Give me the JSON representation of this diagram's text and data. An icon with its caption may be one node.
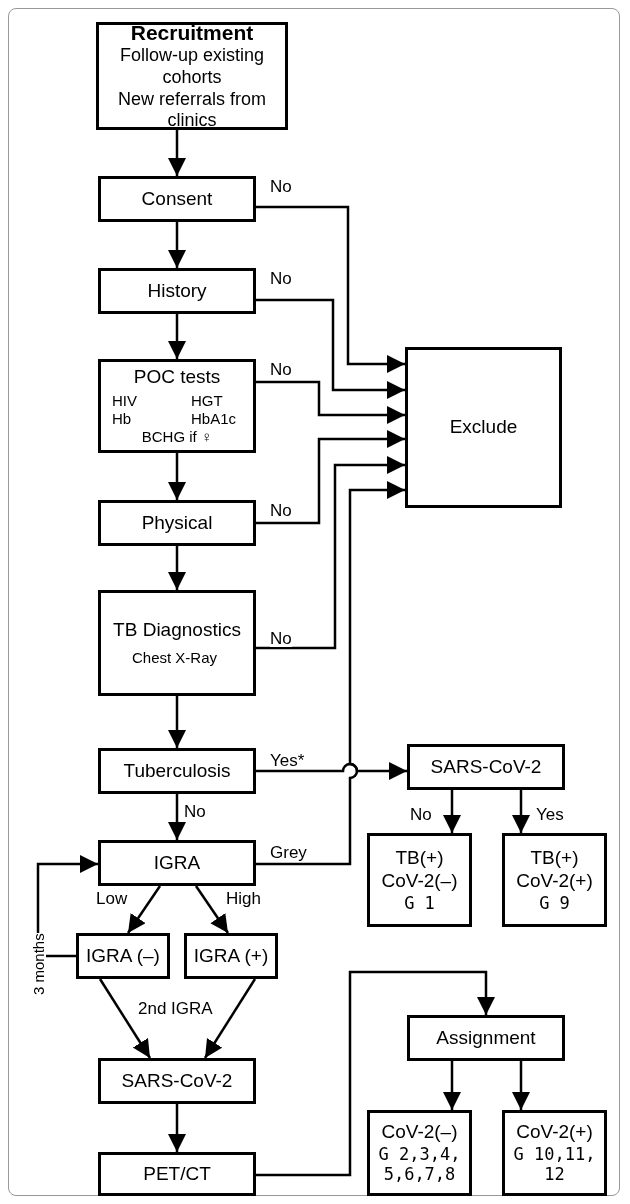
{
  "diagram": {
    "nodes": [
      {
        "text": [
          "Recruitment",
          "Follow-up existing cohorts",
          "New referrals from clinics"
        ]
      },
      {
        "text": [
          "Consent"
        ]
      },
      {
        "text": [
          "History"
        ]
      },
      {
        "text": [
          "POC tests",
          "HIV",
          "HGT",
          "Hb",
          "HbA1c",
          "BCHG if ♀"
        ]
      },
      {
        "text": [
          "Physical"
        ]
      },
      {
        "text": [
          "TB Diagnostics",
          "Chest X-Ray"
        ]
      },
      {
        "text": [
          "Tuberculosis"
        ]
      },
      {
        "text": [
          "IGRA"
        ]
      },
      {
        "text": [
          "IGRA (–)"
        ]
      },
      {
        "text": [
          "IGRA (+)"
        ]
      },
      {
        "text": [
          "SARS-CoV-2"
        ]
      },
      {
        "text": [
          "PET/CT"
        ]
      },
      {
        "text": [
          "Exclude"
        ]
      },
      {
        "text": [
          "SARS-CoV-2"
        ]
      },
      {
        "text": [
          "TB(+)",
          "CoV-2(–)",
          "G 1"
        ]
      },
      {
        "text": [
          "TB(+)",
          "CoV-2(+)",
          "G 9"
        ]
      },
      {
        "text": [
          "Assignment"
        ]
      },
      {
        "text": [
          "CoV-2(–)",
          "G 2,3,4, 5,6,7,8"
        ]
      },
      {
        "text": [
          "CoV-2(+)",
          "G 10,11, 12"
        ]
      }
    ],
    "edges": [
      {
        "from": 0,
        "to": 1,
        "arrow": "to"
      },
      {
        "from": 1,
        "to": 2,
        "arrow": "to"
      },
      {
        "from": 2,
        "to": 3,
        "arrow": "to"
      },
      {
        "from": 3,
        "to": 4,
        "arrow": "to"
      },
      {
        "from": 4,
        "to": 5,
        "arrow": "to"
      },
      {
        "from": 5,
        "to": 6,
        "arrow": "to"
      },
      {
        "from": 6,
        "to": 7,
        "label": "No",
        "arrow": "to"
      },
      {
        "from": 7,
        "to": 8,
        "label": "Low",
        "arrow": "to"
      },
      {
        "from": 7,
        "to": 9,
        "label": "High",
        "arrow": "to"
      },
      {
        "from": 8,
        "to": 7,
        "label": "3 months",
        "arrow": "to"
      },
      {
        "from": 8,
        "to": 10,
        "arrow": "to"
      },
      {
        "from": 9,
        "to": 10,
        "arrow": "to"
      },
      {
        "from": 10,
        "to": 11,
        "arrow": "to"
      },
      {
        "from": 11,
        "to": 16,
        "arrow": "to"
      },
      {
        "from": 1,
        "to": 12,
        "label": "No",
        "arrow": "to"
      },
      {
        "from": 2,
        "to": 12,
        "label": "No",
        "arrow": "to"
      },
      {
        "from": 3,
        "to": 12,
        "label": "No",
        "arrow": "to"
      },
      {
        "from": 4,
        "to": 12,
        "label": "No",
        "arrow": "to"
      },
      {
        "from": 5,
        "to": 12,
        "label": "No",
        "arrow": "to"
      },
      {
        "from": 6,
        "to": 13,
        "label": "Yes*",
        "arrow": "to"
      },
      {
        "from": 7,
        "to": 12,
        "label": "Grey",
        "arrow": "to"
      },
      {
        "from": 13,
        "to": 14,
        "label": "No",
        "arrow": "to"
      },
      {
        "from": 13,
        "to": 15,
        "label": "Yes",
        "arrow": "to"
      },
      {
        "from": 16,
        "to": 17,
        "arrow": "to"
      },
      {
        "from": 16,
        "to": 18,
        "arrow": "to"
      }
    ],
    "labels": [
      "2nd IGRA"
    ]
  }
}
